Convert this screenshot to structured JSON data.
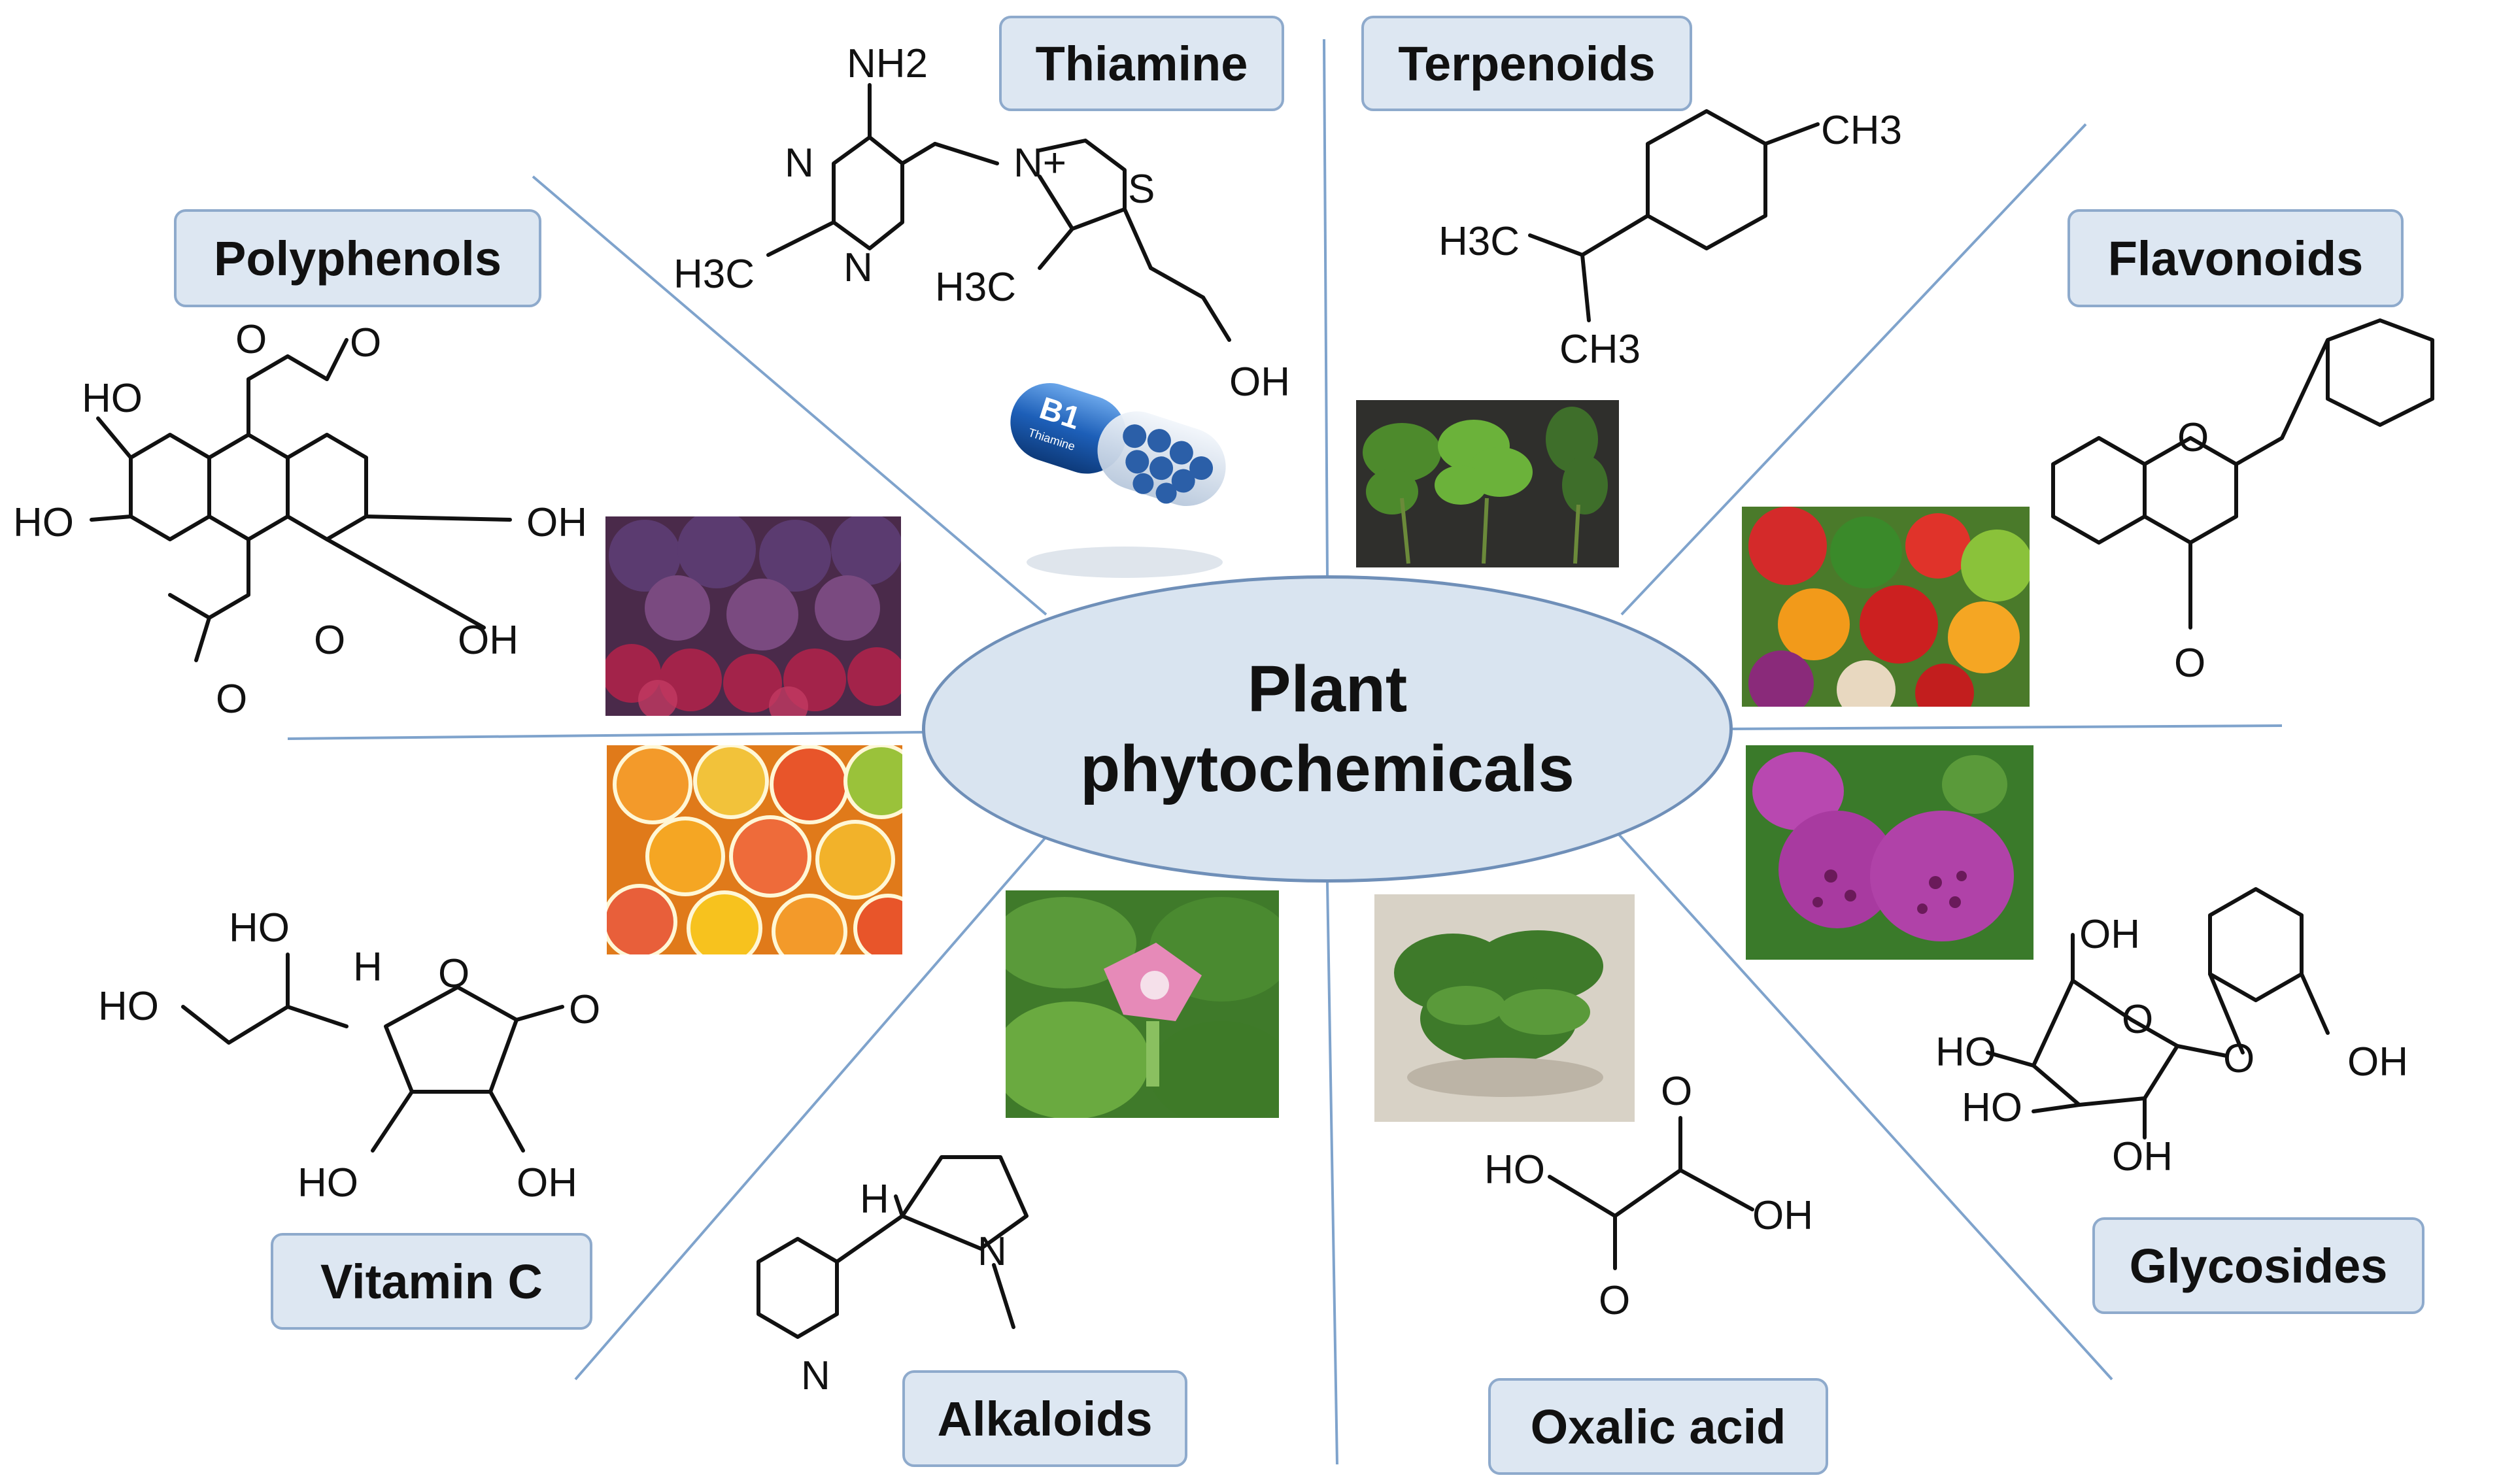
{
  "center": {
    "line1": "Plant",
    "line2": "phytochemicals"
  },
  "categories": [
    {
      "key": "thiamine",
      "label": "Thiamine"
    },
    {
      "key": "terpenoids",
      "label": "Terpenoids"
    },
    {
      "key": "polyphenols",
      "label": "Polyphenols"
    },
    {
      "key": "flavonoids",
      "label": "Flavonoids"
    },
    {
      "key": "vitamin_c",
      "label": "Vitamin C"
    },
    {
      "key": "alkaloids",
      "label": "Alkaloids"
    },
    {
      "key": "oxalic_acid",
      "label": "Oxalic acid"
    },
    {
      "key": "glycosides",
      "label": "Glycosides"
    }
  ],
  "pill_text": {
    "big": "B1",
    "small": "Thiamine"
  },
  "atoms": {
    "thiamine": [
      "NH2",
      "N",
      "N",
      "H3C",
      "N+",
      "S",
      "H3C",
      "OH"
    ],
    "terpenoids": [
      "CH3",
      "H3C",
      "CH3"
    ],
    "polyphenols": [
      "O",
      "O",
      "HO",
      "HO",
      "OH",
      "OH",
      "O",
      "O"
    ],
    "flavonoids": [
      "O",
      "O"
    ],
    "vitamin_c": [
      "HO",
      "H",
      "HO",
      "O",
      "O",
      "HO",
      "OH"
    ],
    "alkaloids": [
      "H",
      "N",
      "N"
    ],
    "oxalic_acid": [
      "O",
      "HO",
      "OH",
      "O"
    ],
    "glycosides": [
      "OH",
      "O",
      "HO",
      "O",
      "OH",
      "HO",
      "OH"
    ]
  }
}
